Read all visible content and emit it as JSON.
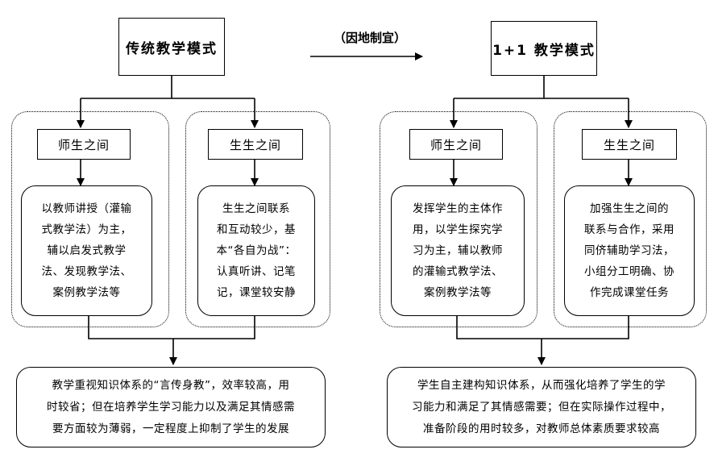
{
  "left": {
    "title": "传统教学模式",
    "teacher": {
      "label": "师生之间",
      "lines": [
        "以教师讲授（灌输",
        "式教学法）为主，",
        "辅以启发式教学",
        "法、发现教学法、",
        "案例教学法等"
      ]
    },
    "student": {
      "label": "生生之间",
      "lines": [
        "生生之间联系",
        "和互动较少，基",
        "本“各自为战”：",
        "认真听讲、记笔",
        "记，课堂较安静"
      ]
    },
    "result": {
      "lines": [
        "教学重视知识体系的“言传身教”，效率较高，用",
        "时较省；但在培养学生学习能力以及满足其情感需",
        "要方面较为薄弱，一定程度上抑制了学生的发展"
      ]
    }
  },
  "middle": {
    "label": "（因地制宜）"
  },
  "right": {
    "title": "1+1 教学模式",
    "teacher": {
      "label": "师生之间",
      "lines": [
        "发挥学生的主体作",
        "用，以学生探究学",
        "习为主，辅以教师",
        "的灌输式教学法、",
        "案例教学法等"
      ]
    },
    "student": {
      "label": "生生之间",
      "lines": [
        "加强生生之间的",
        "联系与合作，采用",
        "同侪辅助学习法，",
        "小组分工明确、协",
        "作完成课堂任务"
      ]
    },
    "result": {
      "lines": [
        "学生自主建构知识体系，从而强化培养了学生的学",
        "习能力和满足了其情感需要；但在实际操作过程中，",
        "准备阶段的用时较多，对教师总体素质要求较高"
      ]
    }
  }
}
